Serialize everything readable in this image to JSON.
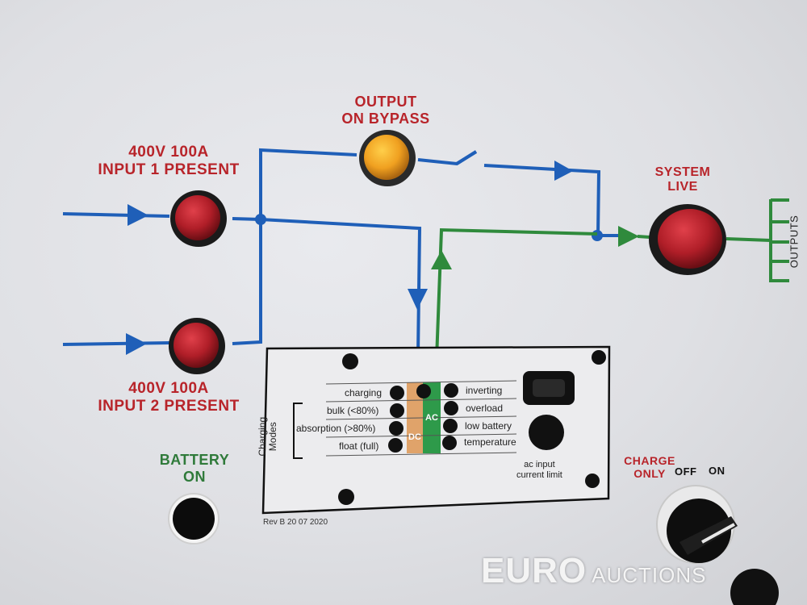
{
  "labels": {
    "input1": "400V 100A\nINPUT 1 PRESENT",
    "input2": "400V 100A\nINPUT 2 PRESENT",
    "bypass": "OUTPUT\nON BYPASS",
    "system_live": "SYSTEM\nLIVE",
    "battery_on": "BATTERY\nON",
    "charge_only": "CHARGE\nONLY",
    "off": "OFF",
    "on": "ON",
    "outputs": "OUTPUTS"
  },
  "charger": {
    "modes_title": "Charging\nModes",
    "modes": [
      "charging",
      "bulk (<80%)",
      "absorption (>80%)",
      "float (full)"
    ],
    "status": [
      "inverting",
      "overload",
      "low battery",
      "temperature"
    ],
    "dc": "DC",
    "ac": "AC",
    "ac_limit": "ac input\ncurrent limit",
    "rev": "Rev B 20 07 2020"
  },
  "watermark": {
    "brand": "EURO",
    "suffix": "AUCTIONS"
  },
  "colors": {
    "line_blue": "#1f5fb8",
    "line_green": "#2f8a3c",
    "label_red": "#b8242a",
    "label_green": "#2f7a3a",
    "dc_orange": "#e0a36a",
    "ac_green": "#2e9a4a"
  }
}
